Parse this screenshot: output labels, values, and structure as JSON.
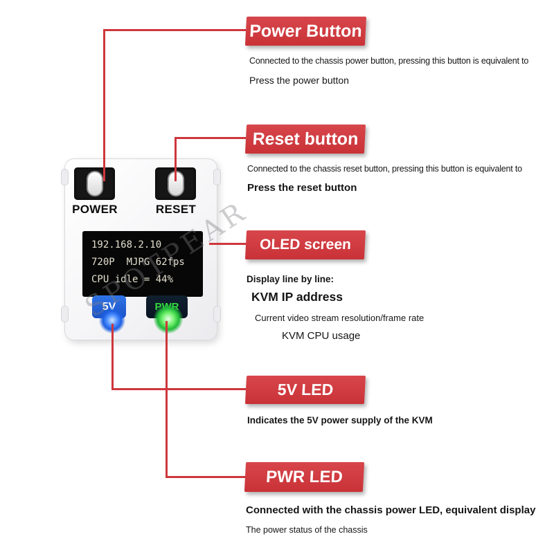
{
  "watermark": "SPOTPEAR",
  "device": {
    "power_label": "POWER",
    "reset_label": "RESET",
    "oled": {
      "line1": "192.168.2.10",
      "line2": "720P  MJPG 62fps",
      "line3": "CPU idle = 44%"
    },
    "led5v_label": "5V",
    "ledpwr_label": "PWR"
  },
  "callouts": {
    "power": {
      "title": "Power Button",
      "desc1": "Connected to the chassis power button, pressing this button is equivalent to",
      "desc2": "Press the power button"
    },
    "reset": {
      "title": "Reset button",
      "desc1": "Connected to the chassis reset button, pressing this button is equivalent to",
      "desc2": "Press the reset button"
    },
    "oled": {
      "title": "OLED screen",
      "desc1": "Display line by line:",
      "desc2": "KVM IP address",
      "desc3": "Current video stream resolution/frame rate",
      "desc4": "KVM CPU usage"
    },
    "led5v": {
      "title": "5V LED",
      "desc1": "Indicates the 5V power supply of the KVM"
    },
    "ledpwr": {
      "title": "PWR LED",
      "desc1": "Connected with the chassis power LED, equivalent display",
      "desc2": "The power status of the chassis"
    }
  },
  "colors": {
    "banner_red": "#cd3439",
    "connector_red": "#ce373c",
    "led_blue": "#1d5fe0",
    "led_green": "#22b93a",
    "oled_background": "#070707",
    "oled_text": "#e3dfce",
    "tab_5v_blue": "#2158c9"
  }
}
